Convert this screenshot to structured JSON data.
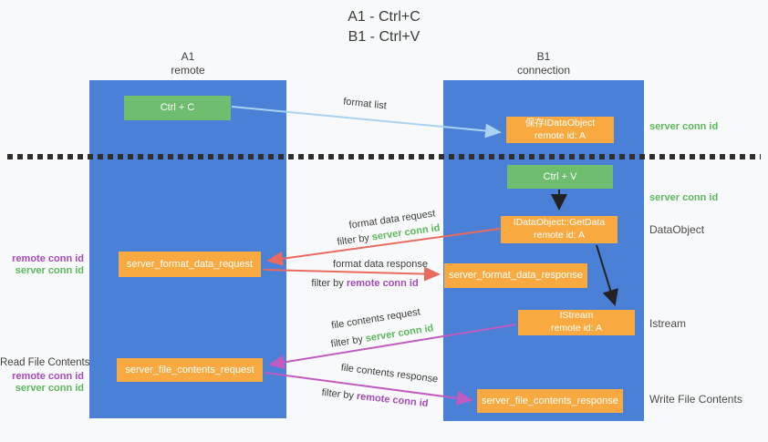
{
  "title": {
    "line1": "A1 - Ctrl+C",
    "line2": "B1 - Ctrl+V"
  },
  "columns": {
    "a1": {
      "name": "A1",
      "subtitle": "remote"
    },
    "b1": {
      "name": "B1",
      "subtitle": "connection"
    }
  },
  "nodes": {
    "ctrl_c": "Ctrl + C",
    "save_idataobject": {
      "line1": "保存IDataObject",
      "line2": "remote id: A"
    },
    "ctrl_v": "Ctrl + V",
    "getdata": {
      "line1": "IDataObject::GetData",
      "line2": "remote id: A"
    },
    "server_format_data_request": "server_format_data_request",
    "server_format_data_response": "server_format_data_response",
    "istream": {
      "line1": "IStream",
      "line2": "remote id: A"
    },
    "server_file_contents_request": "server_file_contents_request",
    "server_file_contents_response": "server_file_contents_response"
  },
  "flow_labels": {
    "format_list": "format list",
    "format_data_request": "format data request",
    "format_data_response": "format data response",
    "file_contents_request": "file contents request",
    "file_contents_response": "file contents response",
    "filter_by": "filter by",
    "server_conn_id": "server conn id",
    "remote_conn_id": "remote conn id"
  },
  "side_labels": {
    "right": {
      "server_conn_id_top": "server conn id",
      "server_conn_id_mid": "server conn id",
      "dataobject": "DataObject",
      "istream": "Istream",
      "write_file_contents": "Write File Contents"
    },
    "left": {
      "remote_conn_id_mid": "remote conn id",
      "server_conn_id_mid": "server conn id",
      "read_file_contents": "Read File Contents",
      "remote_conn_id_bottom": "remote conn id",
      "server_conn_id_bottom": "server conn id"
    }
  },
  "colors": {
    "column_blue": "#4a80d6",
    "node_green": "#6fbe70",
    "node_orange": "#f8aa40",
    "green_text": "#5cb85c",
    "purple_text": "#a44bb8",
    "red_arrow": "#e96a5e",
    "magenta_arrow": "#c05bbf",
    "light_blue_arrow": "#a9d3f0"
  }
}
